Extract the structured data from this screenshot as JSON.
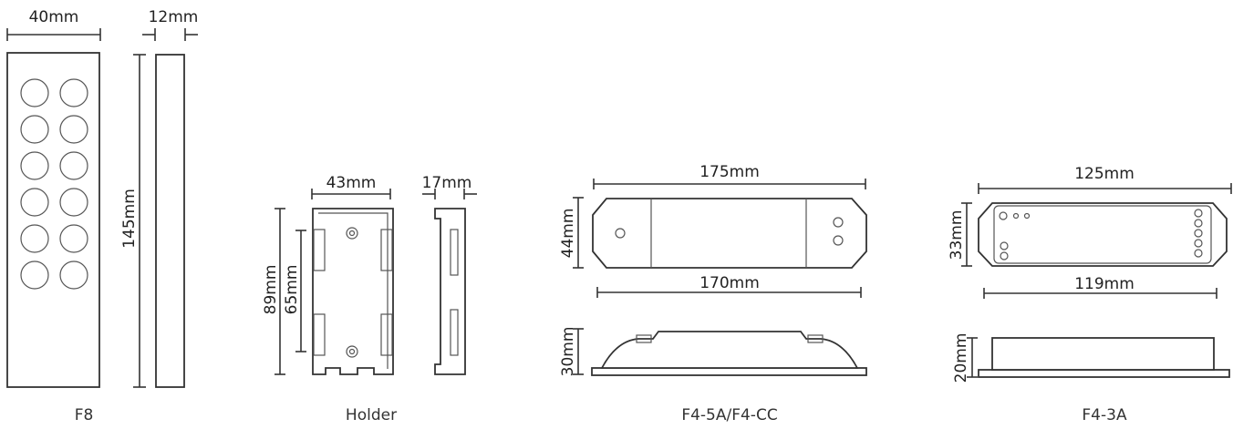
{
  "remote": {
    "width": "40mm",
    "depth": "12mm",
    "height": "145mm",
    "caption": "F8",
    "button_rows": 6,
    "button_cols": 2
  },
  "holder": {
    "width": "43mm",
    "depth": "17mm",
    "outer_height": "89mm",
    "inner_height": "65mm",
    "caption": "Holder"
  },
  "f45a": {
    "top_width": "175mm",
    "bottom_width": "170mm",
    "height": "44mm",
    "profile_height": "30mm",
    "caption": "F4-5A/F4-CC"
  },
  "f43a": {
    "top_width": "125mm",
    "bottom_width": "119mm",
    "height": "33mm",
    "profile_height": "20mm",
    "caption": "F4-3A"
  }
}
